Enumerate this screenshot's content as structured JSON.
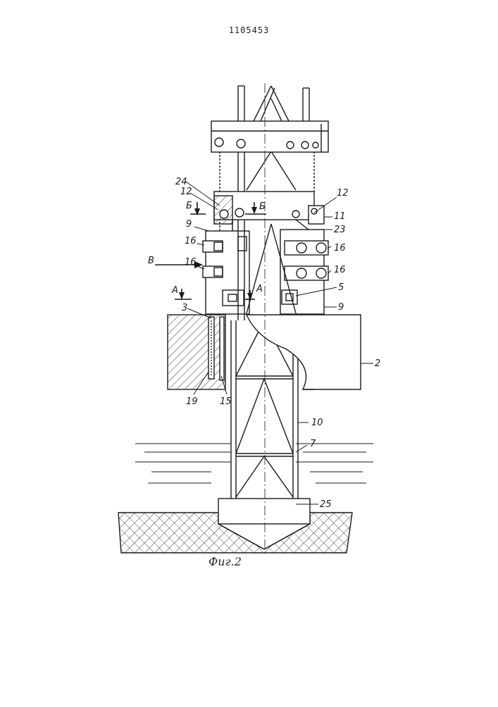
{
  "patent_number": "1105453",
  "figure_caption": "Фиг.2",
  "callouts": {
    "c24": "24",
    "c12l": "12",
    "c12r": "12",
    "cB1": "Б",
    "cB2": "Б",
    "c11": "11",
    "c23": "23",
    "c9l": "9",
    "c16a": "16",
    "c16b": "16",
    "c16c": "16",
    "c16d": "16",
    "cV": "В",
    "cA1": "А",
    "cA2": "А",
    "c5": "5",
    "c3": "3",
    "c9r": "9",
    "c2": "2",
    "c19": "19",
    "c15": "15",
    "c10": "10",
    "c7": "7",
    "c25": "25"
  }
}
